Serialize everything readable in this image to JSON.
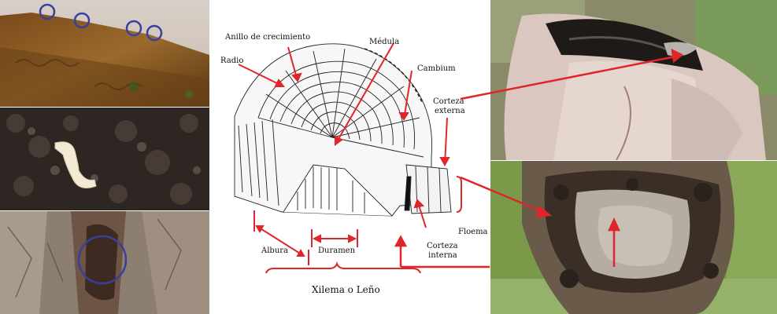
{
  "labels": {
    "anillo": "Anillo de crecimiento",
    "medula": "Médula",
    "radio": "Radio",
    "cambium": "Cambium",
    "corteza_externa_1": "Corteza",
    "corteza_externa_2": "externa",
    "floema": "Floema",
    "corteza_interna_1": "Corteza",
    "corteza_interna_2": "interna",
    "albura": "Albura",
    "duramen": "Duramen",
    "xilema": "Xilema o Leño"
  },
  "colors": {
    "arrow_red": "#e0252b",
    "circle_blue": "#3a3f9e"
  }
}
